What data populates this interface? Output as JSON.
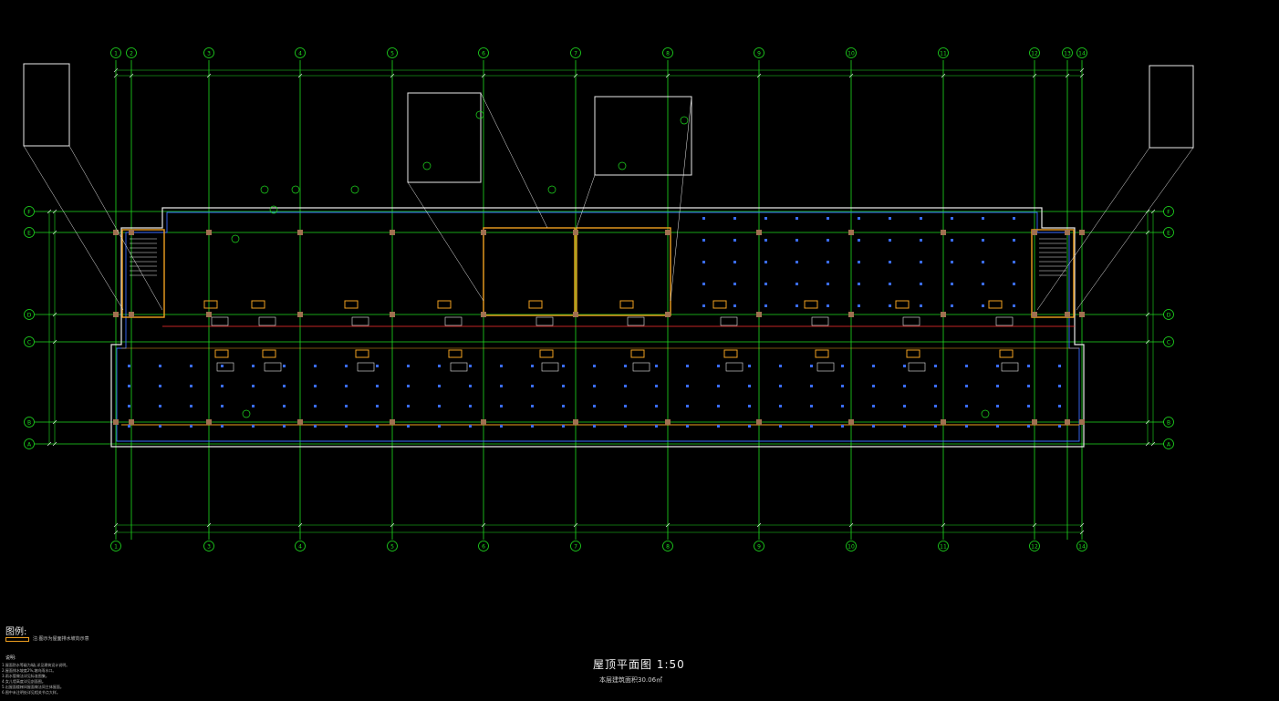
{
  "drawing": {
    "title": "屋顶平面图 1:50",
    "subtitle": "本层建筑面积30.06㎡"
  },
  "legend": {
    "title": "图例:",
    "swatch_text": "注:图示为屋面排水坡向示意"
  },
  "notes": {
    "title": "说明:",
    "items": [
      "1.屋面防水等级为I级,详见建筑设计说明。",
      "2.屋面排水坡度2%,坡向雨水口。",
      "3.雨水管做法详见标准图集。",
      "4.女儿墙高度详见剖面图。",
      "5.出屋面楼梯间屋面做法同主体屋面。",
      "6.图中未注明处详见相关节点大样。"
    ]
  },
  "axes": {
    "columns": [
      "1",
      "2",
      "3",
      "4",
      "5",
      "6",
      "7",
      "8",
      "9",
      "10",
      "11",
      "12",
      "13",
      "14"
    ],
    "bottom_columns": [
      "1",
      "3",
      "4",
      "5",
      "6",
      "7",
      "8",
      "9",
      "10",
      "11",
      "12",
      "14"
    ],
    "rows": [
      "F",
      "E",
      "D",
      "C",
      "B",
      "A"
    ]
  },
  "colors": {
    "background": "#000000",
    "grid": "#1fdc1f",
    "wall": "#e8e8e8",
    "beam": "#f0a020",
    "drain": "#3a6cff",
    "red": "#ff3030",
    "column": "#a07050"
  }
}
